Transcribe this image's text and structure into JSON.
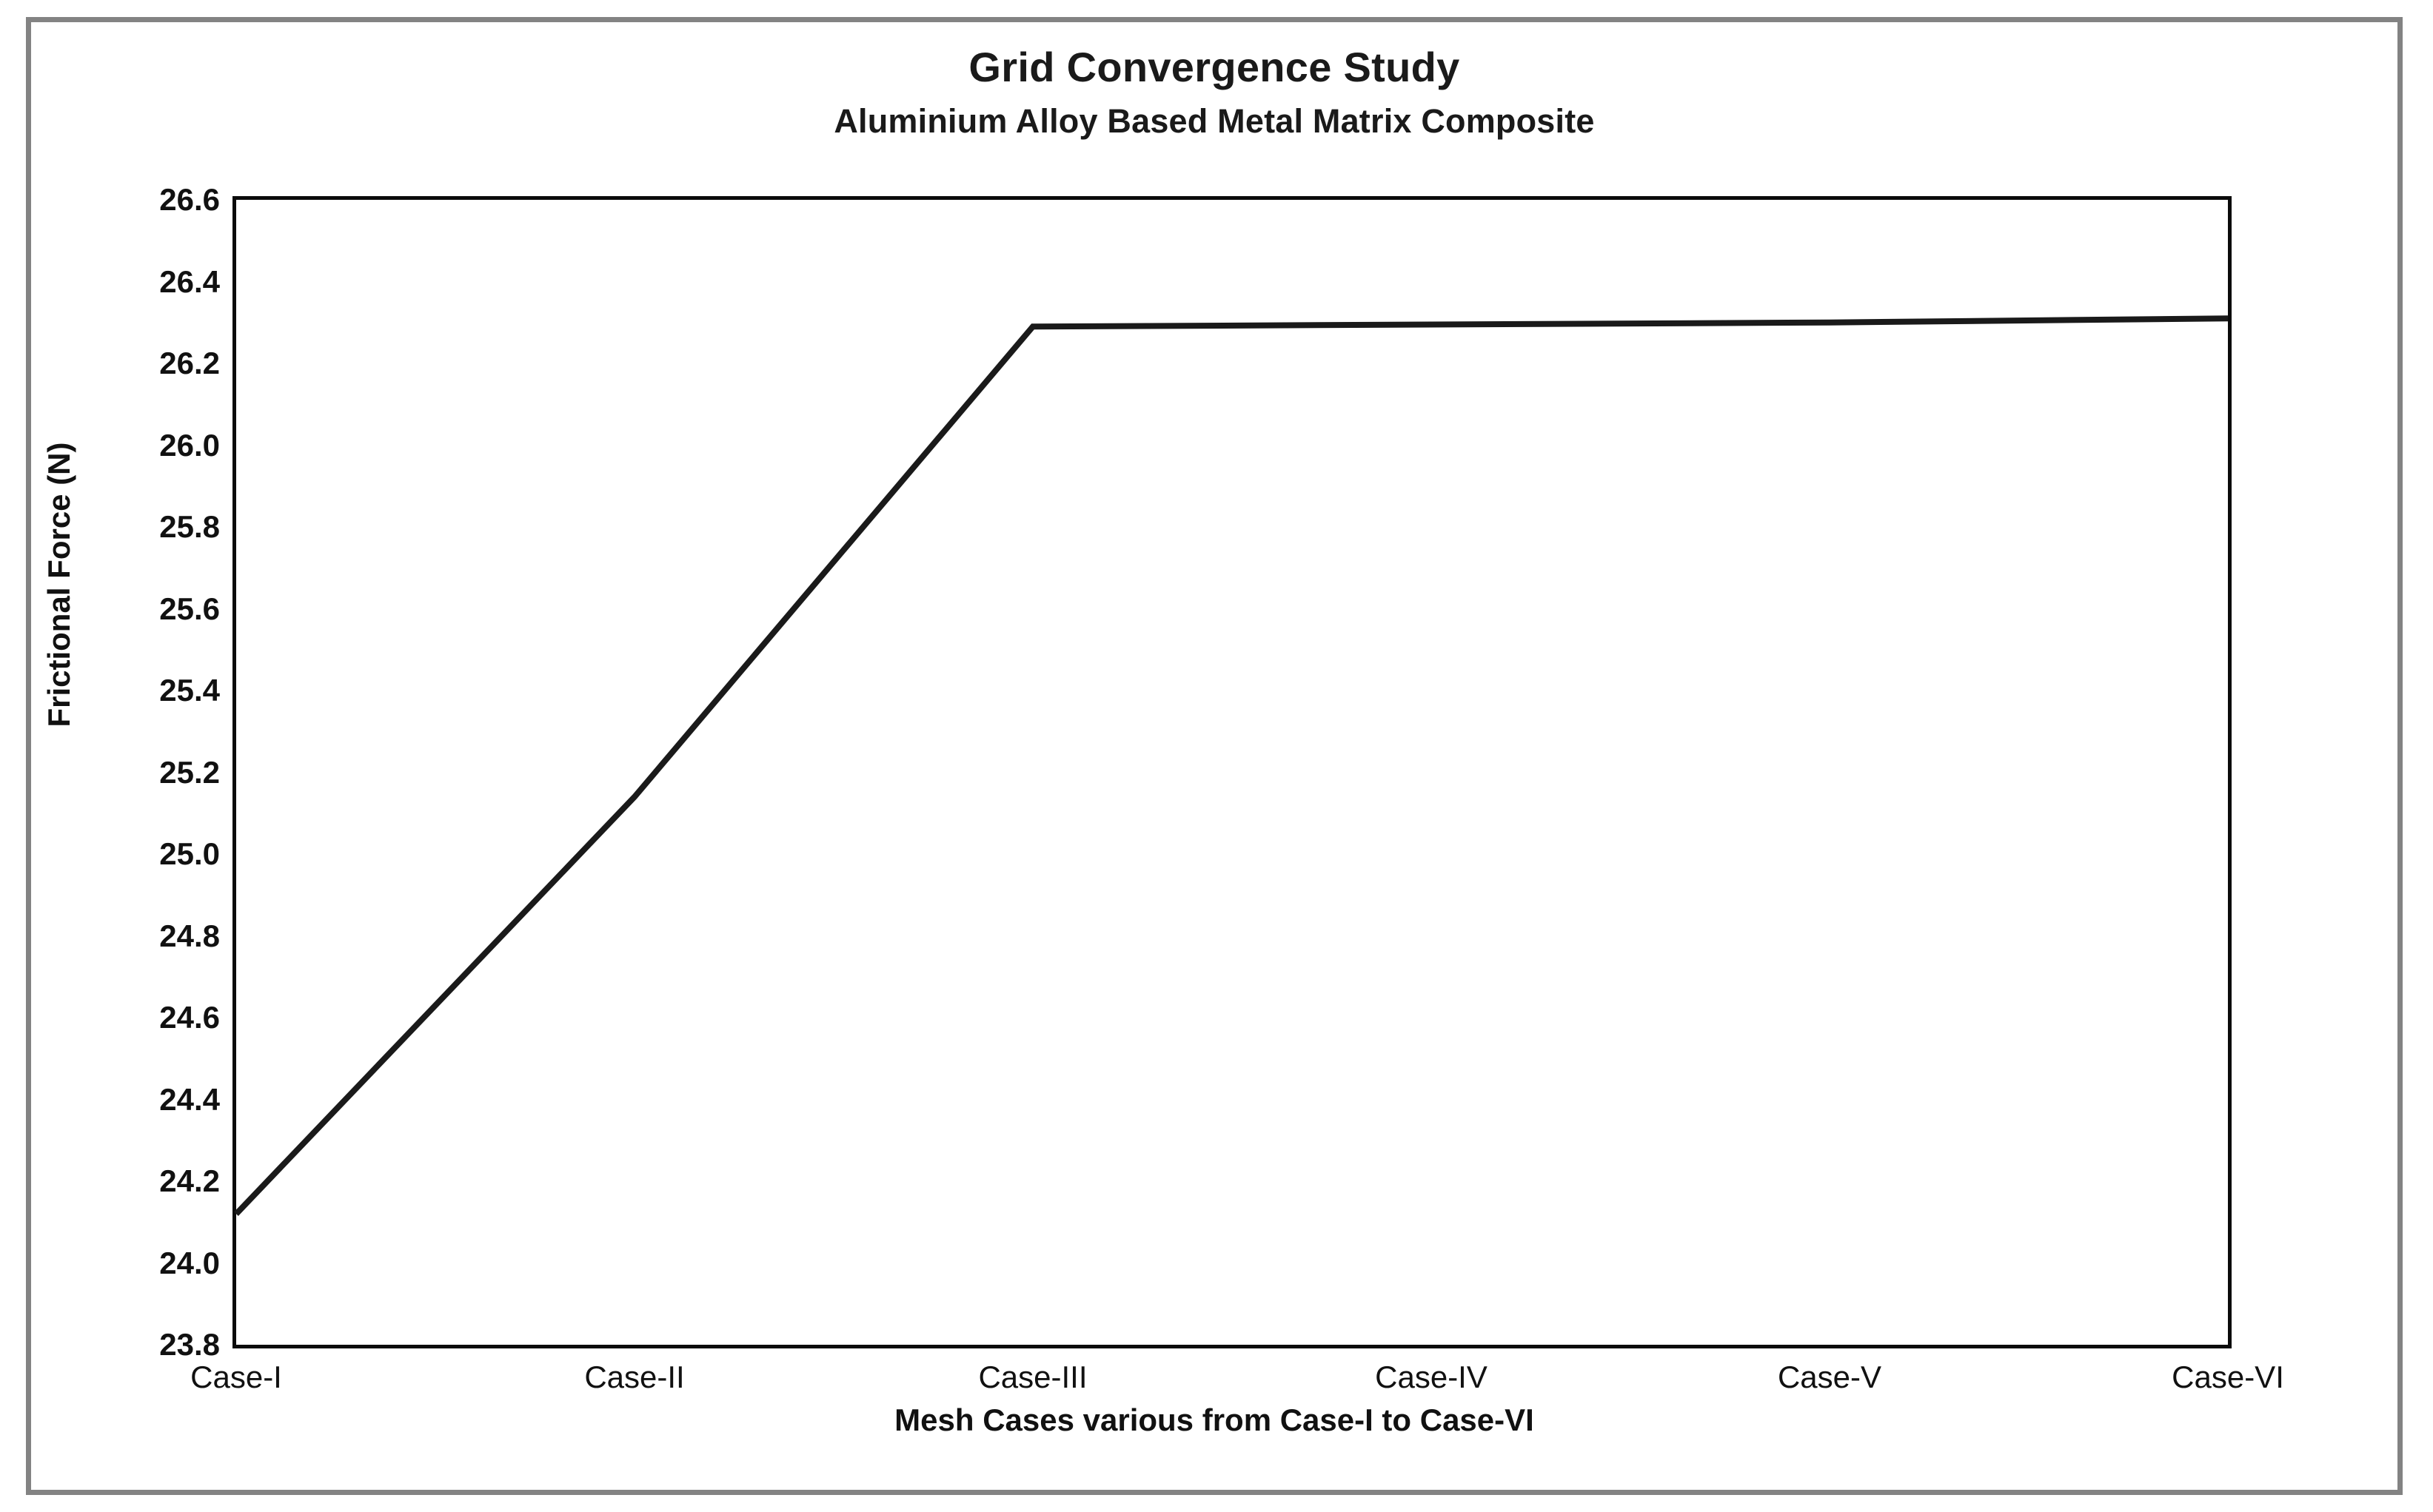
{
  "chart_data": {
    "type": "line",
    "title": "Grid Convergence Study",
    "subtitle": "Aluminium Alloy Based Metal Matrix Composite",
    "xlabel": "Mesh Cases various from Case-I to Case-VI",
    "ylabel": "Frictional Force (N)",
    "categories": [
      "Case-I",
      "Case-II",
      "Case-III",
      "Case-IV",
      "Case-V",
      "Case-VI"
    ],
    "values": [
      24.12,
      25.14,
      26.29,
      26.295,
      26.3,
      26.31
    ],
    "series": [
      {
        "name": "Frictional Force",
        "values": [
          24.12,
          25.14,
          26.29,
          26.295,
          26.3,
          26.31
        ],
        "color": "#1a1a1a"
      }
    ],
    "ylim": [
      23.8,
      26.6
    ],
    "ytick_step": 0.2,
    "yticks": [
      "26.6",
      "26.4",
      "26.2",
      "26.0",
      "25.8",
      "25.6",
      "25.4",
      "25.2",
      "25.0",
      "24.8",
      "24.6",
      "24.4",
      "24.2",
      "24.0",
      "23.8"
    ],
    "grid": false,
    "legend": "none",
    "line_color": "#1a1a1a",
    "line_width": 8,
    "frame_color": "#0b0b0b",
    "border_color": "#838383",
    "background": "#ffffff"
  }
}
